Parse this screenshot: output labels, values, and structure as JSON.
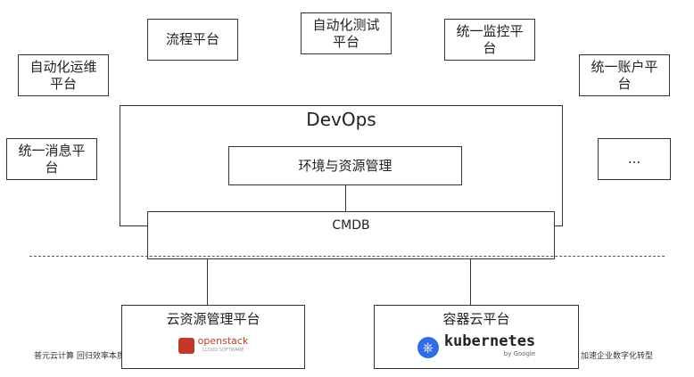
{
  "platforms_top": {
    "ops": "自动化运维平台",
    "flow": "流程平台",
    "test": "自动化测试平台",
    "monitor": "统一监控平台",
    "account": "统一账户平台",
    "message": "统一消息平台",
    "more": "..."
  },
  "devops": {
    "title": "DevOps",
    "env": "环境与资源管理",
    "cmdb": "CMDB"
  },
  "bottom": {
    "cloud": "云资源管理平台",
    "cloud_logo": "openstack",
    "cloud_logo_sub": "CLOUD SOFTWARE",
    "container": "容器云平台",
    "container_logo": "kubernetes",
    "container_logo_sub": "by Google"
  },
  "footer": {
    "left": "普元云计算 回归效率本质",
    "right": "加速企业数字化转型"
  }
}
